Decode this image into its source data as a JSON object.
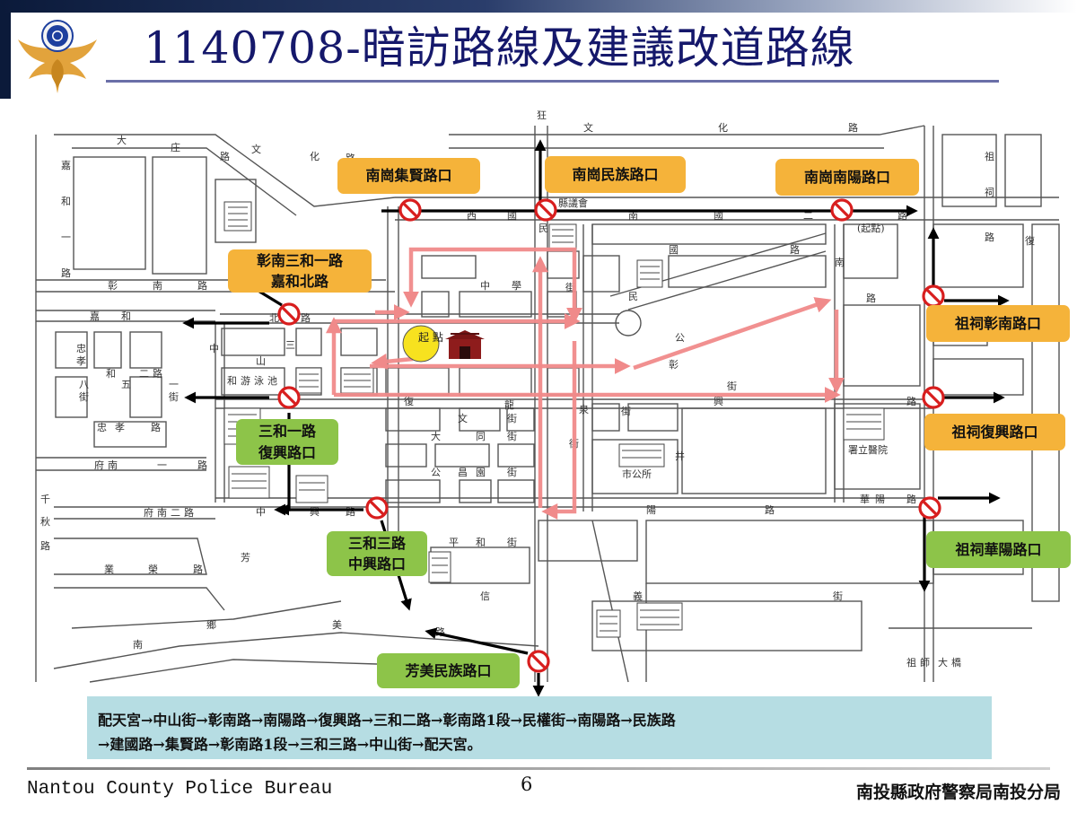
{
  "slide": {
    "title": "1140708-暗訪路線及建議改道路線",
    "page_number": "6",
    "footer_left": "Nantou County Police Bureau",
    "footer_right": "南投縣政府警察局南投分局"
  },
  "intersection_labels": [
    {
      "text": "南崗集賢路口",
      "style": "orange"
    },
    {
      "text": "南崗民族路口",
      "style": "orange"
    },
    {
      "text": "南崗南陽路口",
      "style": "orange"
    },
    {
      "text": "彰南三和一路\n嘉和北路",
      "style": "orange"
    },
    {
      "text": "祖祠彰南路口",
      "style": "orange"
    },
    {
      "text": "三和一路\n復興路口",
      "style": "green"
    },
    {
      "text": "祖祠復興路口",
      "style": "orange"
    },
    {
      "text": "三和三路\n中興路口",
      "style": "green"
    },
    {
      "text": "祖祠華陽路口",
      "style": "green"
    },
    {
      "text": "芳美民族路口",
      "style": "green"
    }
  ],
  "start_marker": "起\n點",
  "map_labels": {
    "lbl_1": "大",
    "lbl_2": "庄",
    "lbl_3": "路",
    "lbl_4": "文",
    "lbl_5": "化",
    "lbl_6": "路",
    "lbl_7": "嘉",
    "lbl_8": "和",
    "lbl_9": "一",
    "lbl_10": "路",
    "lbl_11": "狂",
    "lbl_12": "文",
    "lbl_13": "化",
    "lbl_14": "路",
    "lbl_15": "祖",
    "lbl_16": "祠",
    "lbl_17": "路",
    "lbl_18": "民",
    "lbl_19": "西",
    "lbl_20": "國",
    "lbl_21": "南",
    "lbl_22": "國",
    "lbl_23": "二",
    "lbl_24": "路",
    "lbl_25": "(起點)",
    "lbl_26": "復",
    "lbl_27": "彰",
    "lbl_28": "南",
    "lbl_29": "路",
    "lbl_30": "嘉",
    "lbl_31": "和",
    "lbl_32": "北",
    "lbl_33": "路",
    "lbl_34": "中",
    "lbl_35": "山",
    "lbl_36": "三",
    "lbl_37": "和",
    "lbl_38": "游",
    "lbl_39": "泳",
    "lbl_40": "池",
    "lbl_41": "中",
    "lbl_42": "學",
    "lbl_43": "街",
    "lbl_44": "國",
    "lbl_45": "路",
    "lbl_46": "南",
    "lbl_47": "民",
    "lbl_48": "公",
    "lbl_49": "彰",
    "lbl_50": "路",
    "lbl_51": "街",
    "lbl_52": "復",
    "lbl_53": "興",
    "lbl_54": "路",
    "lbl_55": "忠",
    "lbl_56": "孝",
    "lbl_57": "和",
    "lbl_58": "二",
    "lbl_59": "路",
    "lbl_60": "八",
    "lbl_61": "街",
    "lbl_62": "五",
    "lbl_63": "一",
    "lbl_64": "街",
    "lbl_65": "忠",
    "lbl_66": "孝",
    "lbl_67": "路",
    "lbl_68": "府",
    "lbl_69": "南",
    "lbl_70": "一",
    "lbl_71": "路",
    "lbl_72": "府",
    "lbl_73": "南",
    "lbl_74": "二",
    "lbl_75": "路",
    "lbl_76": "千",
    "lbl_77": "秋",
    "lbl_78": "路",
    "lbl_79": "中",
    "lbl_80": "興",
    "lbl_81": "路",
    "lbl_82": "平",
    "lbl_83": "和",
    "lbl_84": "街",
    "lbl_85": "大",
    "lbl_86": "同",
    "lbl_87": "街",
    "lbl_88": "文",
    "lbl_89": "昌",
    "lbl_90": "街",
    "lbl_91": "公",
    "lbl_92": "園",
    "lbl_93": "街",
    "lbl_94": "龍",
    "lbl_95": "泉",
    "lbl_96": "街",
    "lbl_97": "井",
    "lbl_98": "華",
    "lbl_99": "陽",
    "lbl_100": "路",
    "lbl_101": "陽",
    "lbl_102": "路",
    "lbl_103": "信",
    "lbl_104": "義",
    "lbl_105": "街",
    "lbl_106": "芳",
    "lbl_107": "美",
    "lbl_108": "路",
    "lbl_109": "鄉",
    "lbl_110": "南",
    "lbl_111": "祖",
    "lbl_112": "師",
    "lbl_113": "大",
    "lbl_114": "橋",
    "lbl_115": "署立醫院",
    "lbl_116": "縣議會",
    "lbl_117": "市公所",
    "lbl_118": "業",
    "lbl_119": "榮",
    "lbl_120": "路",
    "lbl_121": "街"
  },
  "route_description": {
    "line1": "配天宮→中山街→彰南路→南陽路→復興路→三和二路→彰南路1段→民權街→南陽路→民族路",
    "line2": "→建國路→集賢路→彰南路1段→三和三路→中山街→配天宮。"
  },
  "colors": {
    "title": "#15186b",
    "orange_label": "#f5b33a",
    "green_label": "#8dc449",
    "route_box": "#b6dde3",
    "route_arrow": "#f08a8a",
    "detour_arrow": "#000000",
    "no_entry": "#d81e1e",
    "start_marker": "#f7e21f"
  },
  "icons": [
    "police-emblem-icon",
    "no-entry-icon",
    "temple-icon",
    "building-icon",
    "arrow-icon"
  ]
}
